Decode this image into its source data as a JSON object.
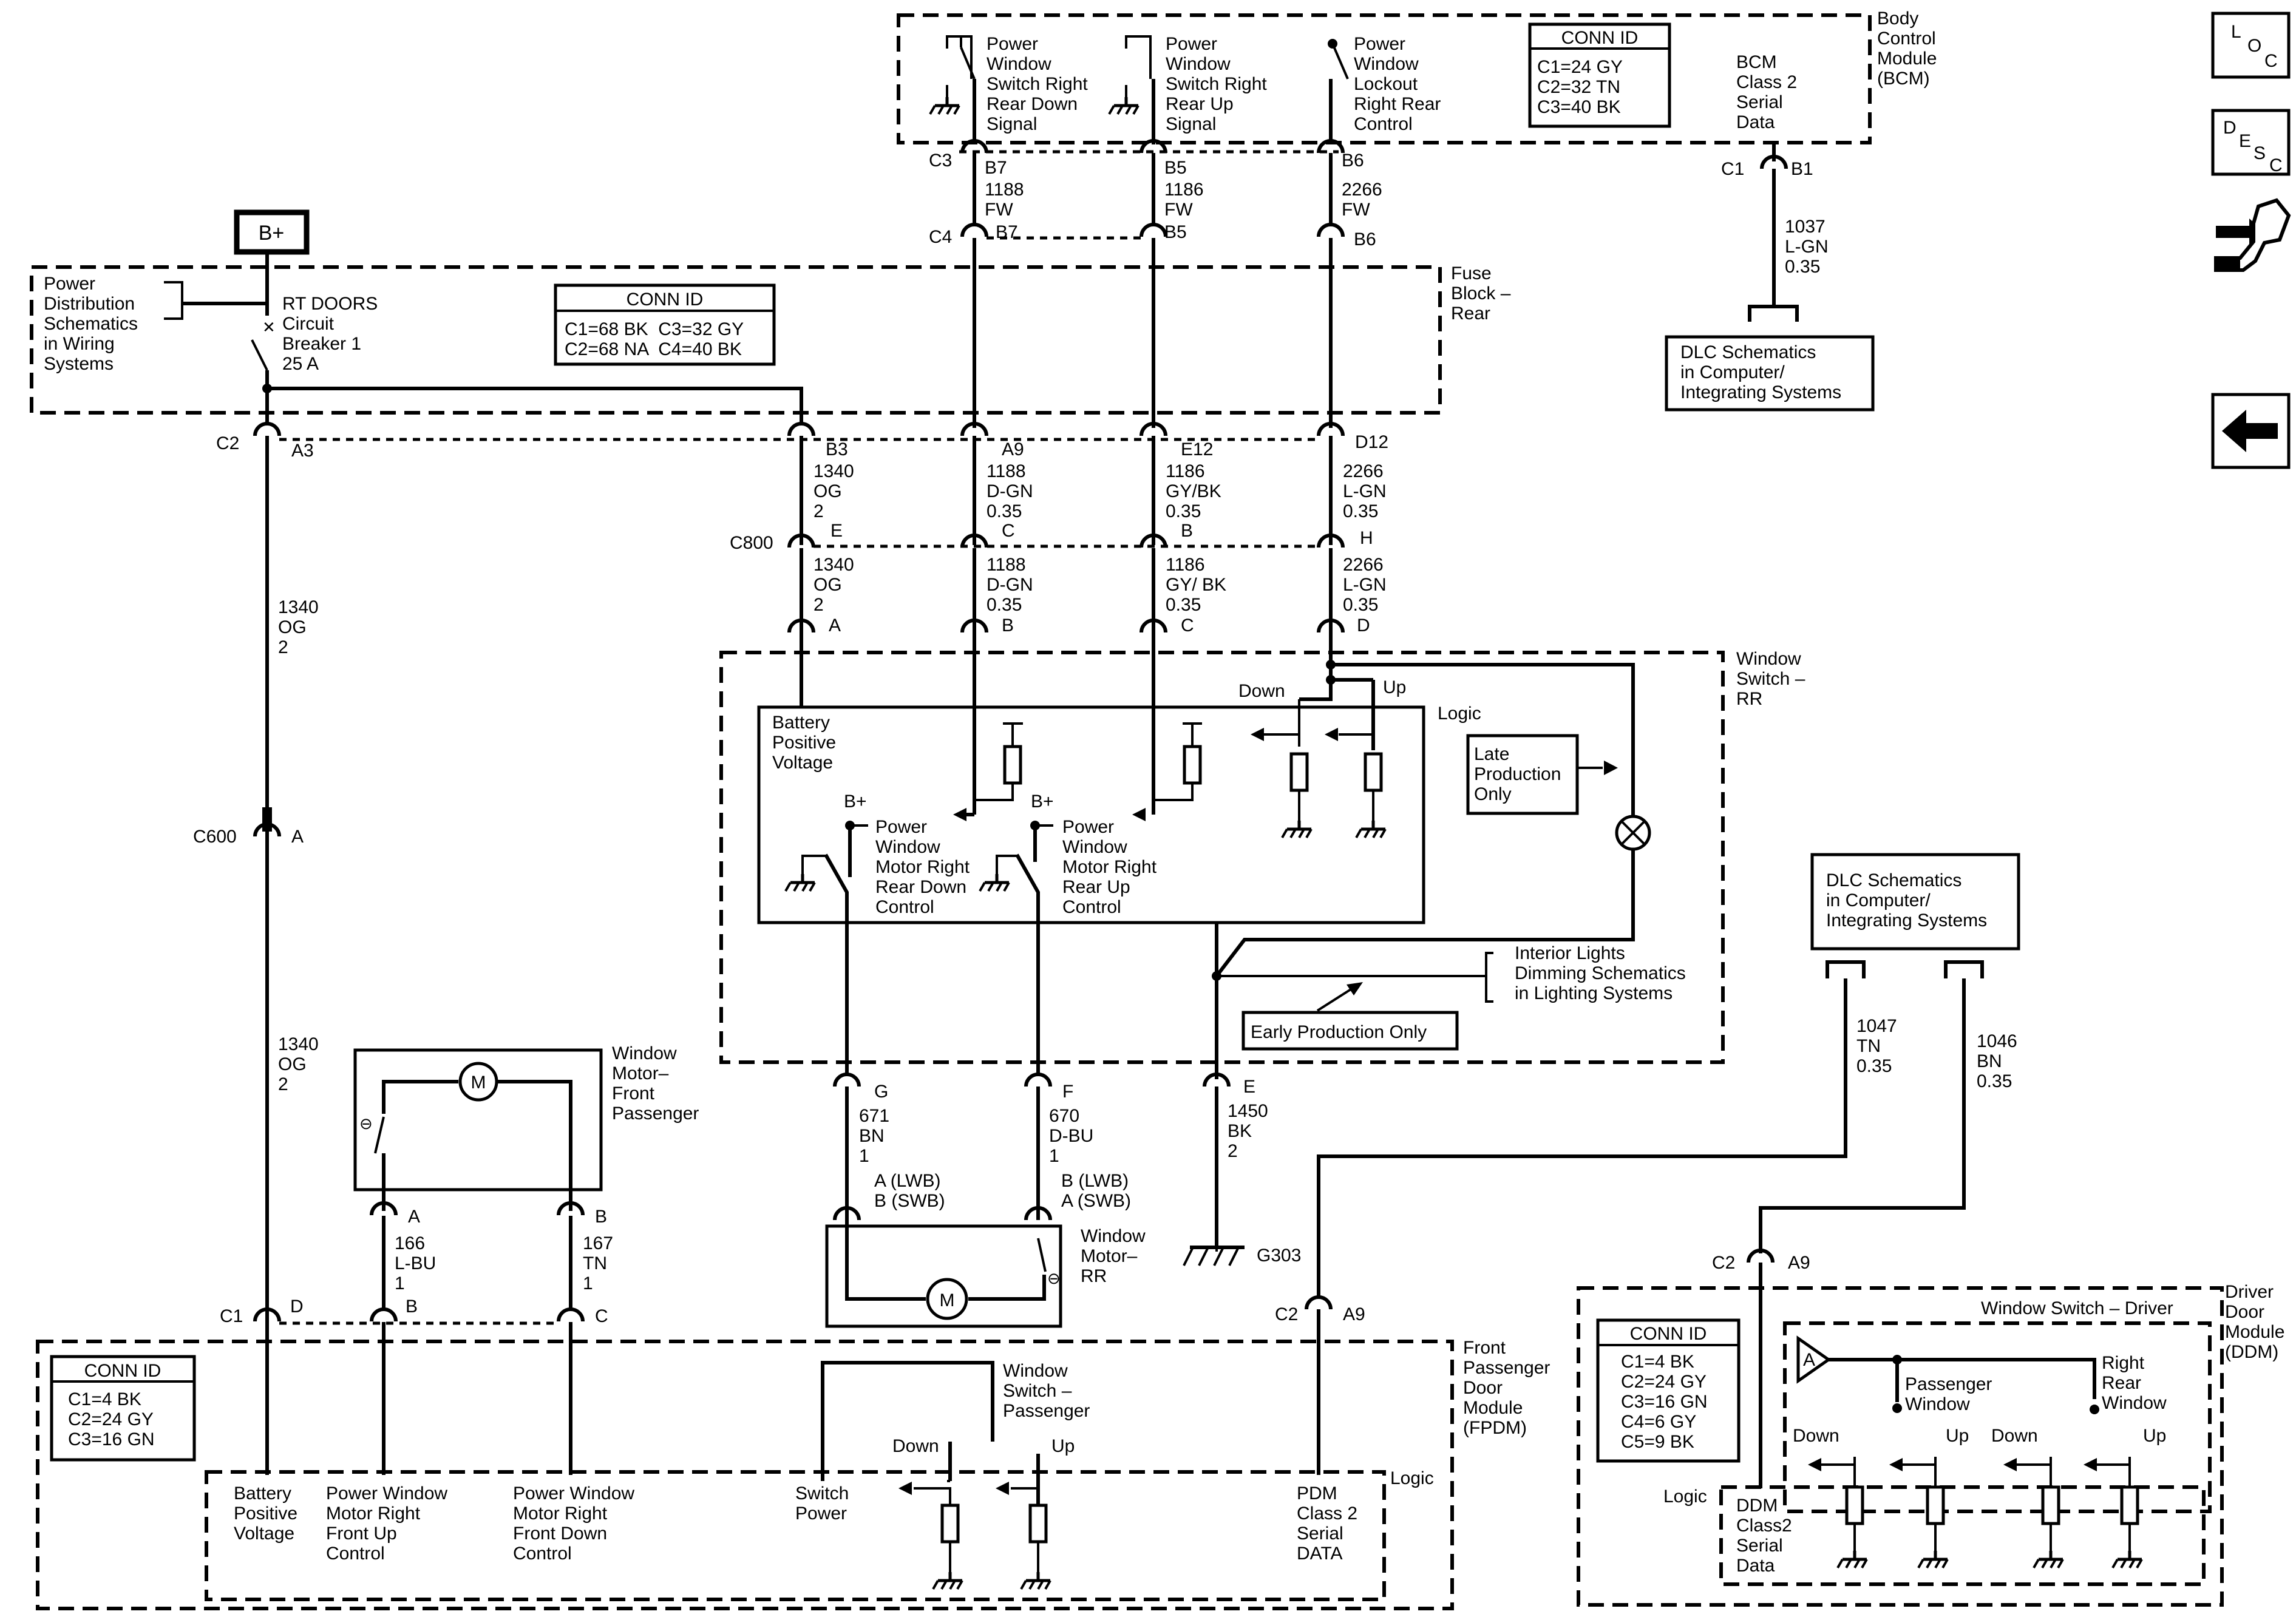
{
  "modules": {
    "bcm": [
      "Body",
      "Control",
      "Module",
      "(BCM)"
    ],
    "fuse": [
      "Fuse",
      "Block –",
      "Rear"
    ],
    "wsrr": [
      "Window",
      "Switch –",
      "RR"
    ],
    "fpdm": [
      "Front",
      "Passenger",
      "Door",
      "Module",
      "(FPDM)"
    ],
    "ddm": [
      "Driver",
      "Door",
      "Module",
      "(DDM)"
    ],
    "wmfp": [
      "Window",
      "Motor–",
      "Front",
      "Passenger"
    ],
    "wmrr": [
      "Window",
      "Motor–",
      "RR"
    ],
    "wsp": [
      "Window",
      "Switch –",
      "Passenger"
    ],
    "wsd": "Window Switch – Driver"
  },
  "bcm_signals": {
    "s1": [
      "Power",
      "Window",
      "Switch Right",
      "Rear Down",
      "Signal"
    ],
    "s2": [
      "Power",
      "Window",
      "Switch Right",
      "Rear Up",
      "Signal"
    ],
    "s3": [
      "Power",
      "Window",
      "Lockout",
      "Right Rear",
      "Control"
    ],
    "s4": [
      "BCM",
      "Class 2",
      "Serial",
      "Data"
    ]
  },
  "conn_ids": {
    "bcm": {
      "title": "CONN ID",
      "lines": [
        "C1=24 GY",
        "C2=32 TN",
        "C3=40 BK"
      ]
    },
    "fuse": {
      "title": "CONN ID",
      "lines": [
        "C1=68 BK  C3=32 GY",
        "C2=68 NA  C4=40 BK"
      ]
    },
    "fpdm": {
      "title": "CONN ID",
      "lines": [
        "C1=4 BK",
        "C2=24 GY",
        "C3=16 GN"
      ]
    },
    "ddm": {
      "title": "CONN ID",
      "lines": [
        "C1=4 BK",
        "C2=24 GY",
        "C3=16 GN",
        "C4=6 GY",
        "C5=9 BK"
      ]
    }
  },
  "bplus_box": "B+",
  "fuse_labels": {
    "power_dist": [
      "Power",
      "Distribution",
      "Schematics",
      "in Wiring",
      "Systems"
    ],
    "breaker": [
      "RT DOORS",
      "Circuit",
      "Breaker 1",
      "25 A"
    ]
  },
  "dlc_top": [
    "DLC Schematics",
    "in Computer/",
    "Integrating Systems"
  ],
  "dlc_right": [
    "DLC Schematics",
    "in Computer/",
    "Integrating Systems"
  ],
  "connectors": {
    "c3": "C3",
    "c4": "C4",
    "c1_bcm": "C1",
    "b1": "B1",
    "b7a": "B7",
    "b5a": "B5",
    "b6a": "B6",
    "b7b": "B7",
    "b5b": "B5",
    "b6b": "B6",
    "c2_fuse": "C2",
    "a3": "A3",
    "b3": "B3",
    "a9_fuse": "A9",
    "e12": "E12",
    "d12": "D12",
    "c800": "C800",
    "e": "E",
    "c": "C",
    "b": "B",
    "h": "H",
    "ra": "A",
    "rb": "B",
    "rc": "C",
    "rd": "D",
    "c600": "C600",
    "c600a": "A",
    "g": "G",
    "f": "F",
    "e_gnd": "E",
    "lwb_a": [
      "A (LWB)",
      "B (SWB)"
    ],
    "lwb_b": [
      "B (LWB)",
      "A (SWB)"
    ],
    "fp_a": "A",
    "fp_b": "B",
    "c1_fpdm": "C1",
    "d_fpdm": "D",
    "b_fpdm": "B",
    "c_fpdm": "C",
    "c2_fpdm": "C2",
    "a9_fpdm": "A9",
    "c2_ddm": "C2",
    "a9_ddm": "A9",
    "g303": "G303"
  },
  "wires": {
    "w1188a": [
      "1188",
      "FW"
    ],
    "w1186a": [
      "1186",
      "FW"
    ],
    "w2266a": [
      "2266",
      "FW"
    ],
    "w1037": [
      "1037",
      "L-GN",
      "0.35"
    ],
    "w1340a": [
      "1340",
      "OG",
      "2"
    ],
    "w1188b": [
      "1188",
      "D-GN",
      "0.35"
    ],
    "w1186b": [
      "1186",
      "GY/BK",
      "0.35"
    ],
    "w2266b": [
      "2266",
      "L-GN",
      "0.35"
    ],
    "w1340b": [
      "1340",
      "OG",
      "2"
    ],
    "w1188c": [
      "1188",
      "D-GN",
      "0.35"
    ],
    "w1186c": [
      "1186",
      "GY/ BK",
      "0.35"
    ],
    "w2266c": [
      "2266",
      "L-GN",
      "0.35"
    ],
    "w1340c": [
      "1340",
      "OG",
      "2"
    ],
    "w1340d": [
      "1340",
      "OG",
      "2"
    ],
    "w671": [
      "671",
      "BN",
      "1"
    ],
    "w670": [
      "670",
      "D-BU",
      "1"
    ],
    "w1450": [
      "1450",
      "BK",
      "2"
    ],
    "w166": [
      "166",
      "L-BU",
      "1"
    ],
    "w167": [
      "167",
      "TN",
      "1"
    ],
    "w1047": [
      "1047",
      "TN",
      "0.35"
    ],
    "w1046": [
      "1046",
      "BN",
      "0.35"
    ]
  },
  "rr_labels": {
    "batt": [
      "Battery",
      "Positive",
      "Voltage"
    ],
    "down_ctrl": [
      "Power",
      "Window",
      "Motor Right",
      "Rear Down",
      "Control"
    ],
    "up_ctrl": [
      "Power",
      "Window",
      "Motor Right",
      "Rear Up",
      "Control"
    ],
    "bplus1": "B+",
    "bplus2": "B+",
    "down": "Down",
    "up": "Up",
    "logic": "Logic",
    "late": [
      "Late",
      "Production",
      "Only"
    ],
    "interior": [
      "Interior Lights",
      "Dimming Schematics",
      "in Lighting Systems"
    ],
    "early": "Early Production Only"
  },
  "fpdm_labels": {
    "batt": [
      "Battery",
      "Positive",
      "Voltage"
    ],
    "up_ctrl": [
      "Power Window",
      "Motor Right",
      "Front Up",
      "Control"
    ],
    "down_ctrl": [
      "Power Window",
      "Motor Right",
      "Front Down",
      "Control"
    ],
    "sw_power": [
      "Switch",
      "Power"
    ],
    "down": "Down",
    "up": "Up",
    "logic": "Logic",
    "pdm": [
      "PDM",
      "Class 2",
      "Serial",
      "DATA"
    ]
  },
  "ddm_labels": {
    "pass_win": [
      "Passenger",
      "Window"
    ],
    "rr_win": [
      "Right",
      "Rear",
      "Window"
    ],
    "down1": "Down",
    "up1": "Up",
    "down2": "Down",
    "up2": "Up",
    "logic": "Logic",
    "ddm_data": [
      "DDM",
      "Class2",
      "Serial",
      "Data"
    ],
    "amp": "A"
  },
  "motor_symbol": "M",
  "nav": {
    "loc": [
      "L",
      "O",
      "C"
    ],
    "desc": [
      "D",
      "E",
      "S",
      "C"
    ]
  },
  "colors": {
    "ink": "#000000",
    "paper": "#ffffff"
  }
}
